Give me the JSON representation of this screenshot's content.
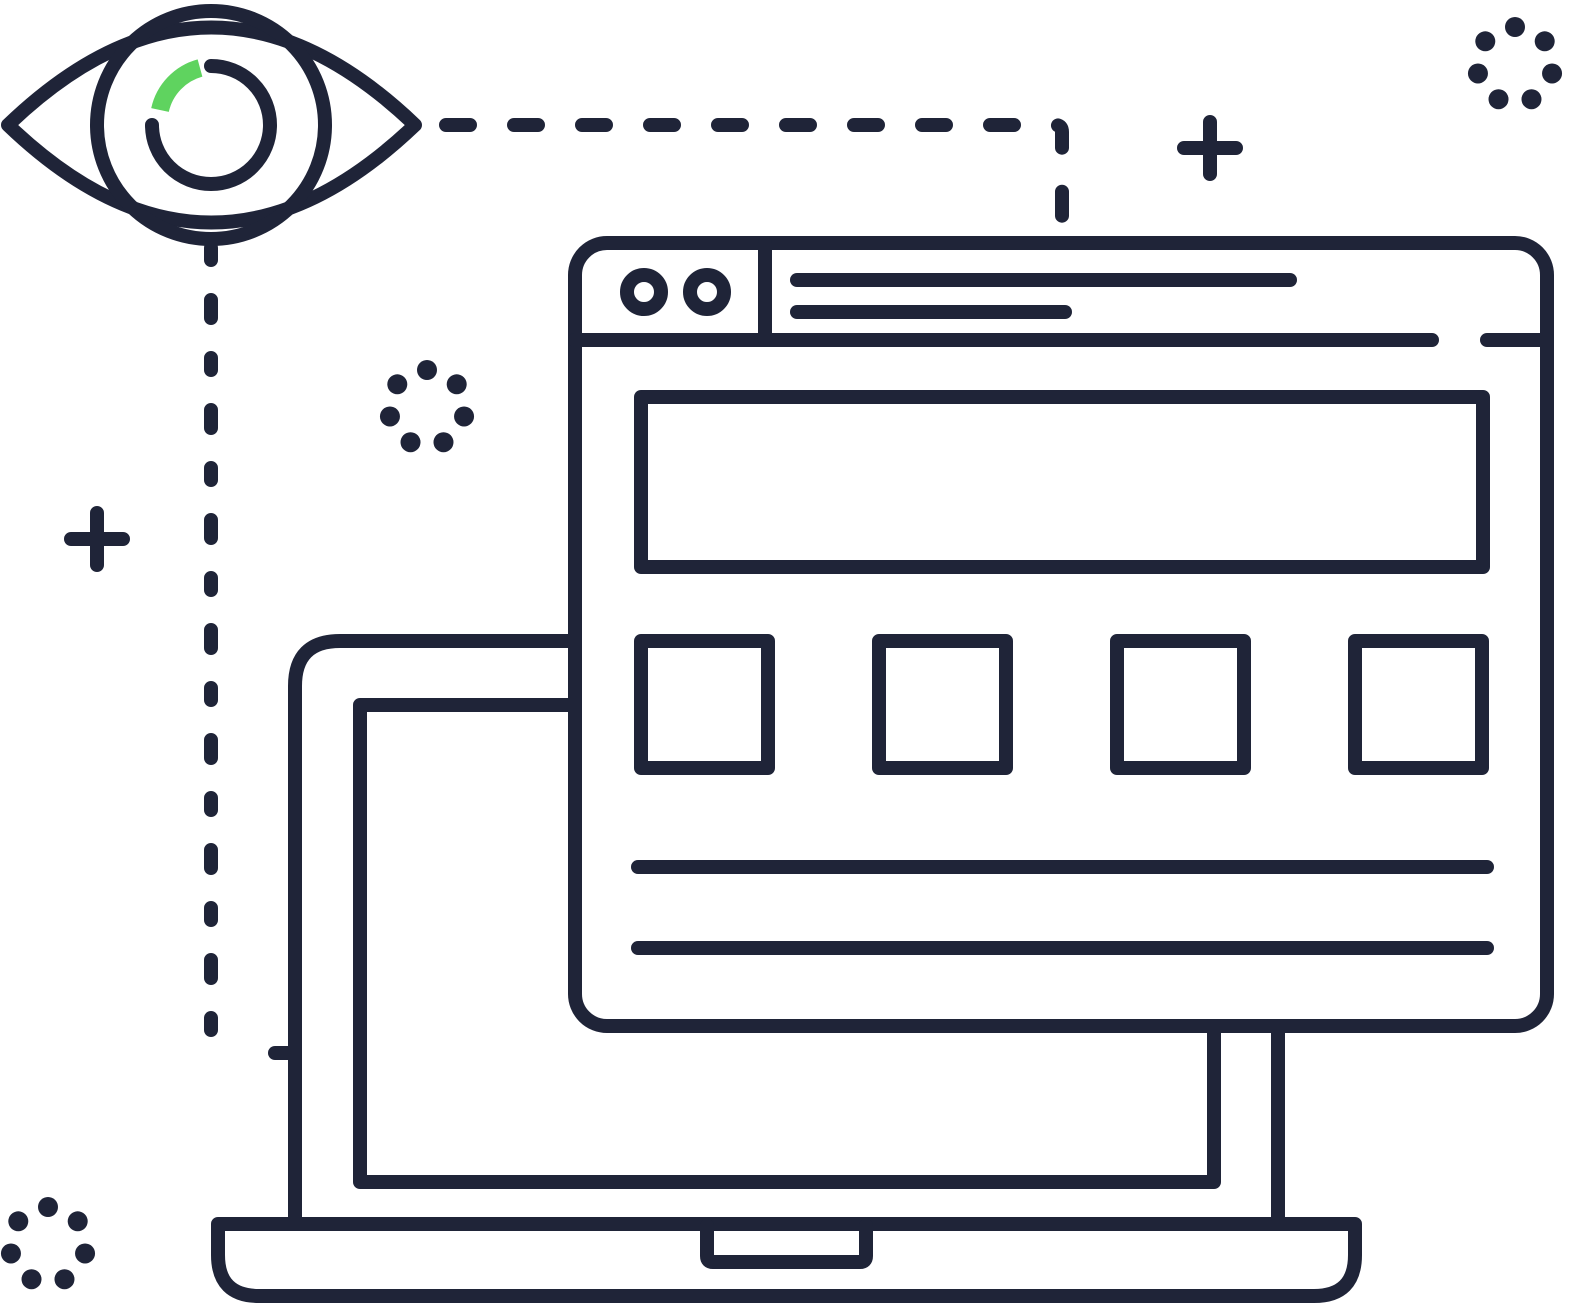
{
  "illustration": {
    "subject": [
      "eye-icon",
      "browser-window",
      "laptop"
    ],
    "colors": {
      "outline": "#1f2438",
      "iris": "#5fd35f",
      "banner": "#fcd219",
      "tiles": "#5fd35f",
      "background": "#ffffff"
    },
    "tile_count": 4,
    "decorations": [
      "plus-sparkle",
      "plus-sparkle",
      "dot-ring",
      "dot-ring",
      "dot-ring"
    ]
  }
}
